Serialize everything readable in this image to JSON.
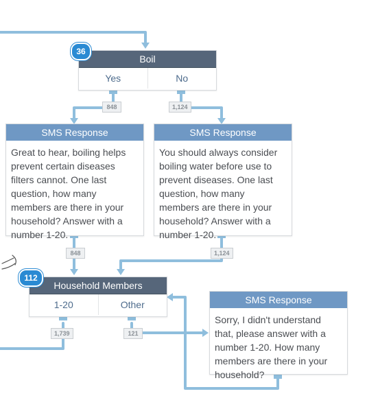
{
  "nodes": {
    "boil": {
      "number": "36",
      "title": "Boil",
      "options": [
        "Yes",
        "No"
      ]
    },
    "sms_yes": {
      "title": "SMS Response",
      "text": "Great to hear, boiling helps prevent certain diseases filters cannot. One last question, how many members are there in your household? Answer with a number 1-20."
    },
    "sms_no": {
      "title": "SMS Response",
      "text": "You should always consider boiling water before use to prevent diseases. One last question, how many members are there in your household? Answer with a number 1-20."
    },
    "household": {
      "number": "112",
      "title": "Household Members",
      "options": [
        "1-20",
        "Other"
      ]
    },
    "sms_other": {
      "title": "SMS Response",
      "text": "Sorry, I didn't understand that, please answer with a number 1-20. How many members are there in your household?"
    }
  },
  "counts": {
    "boil_yes": "848",
    "boil_no": "1,124",
    "sms_yes_out": "848",
    "sms_no_out": "1,124",
    "household_1_20": "1,739",
    "household_other": "121"
  },
  "colors": {
    "connector": "#8fbedd",
    "node_header_dark": "#56667a",
    "node_header_blue": "#6f98c4",
    "badge": "#2a8ad3"
  }
}
